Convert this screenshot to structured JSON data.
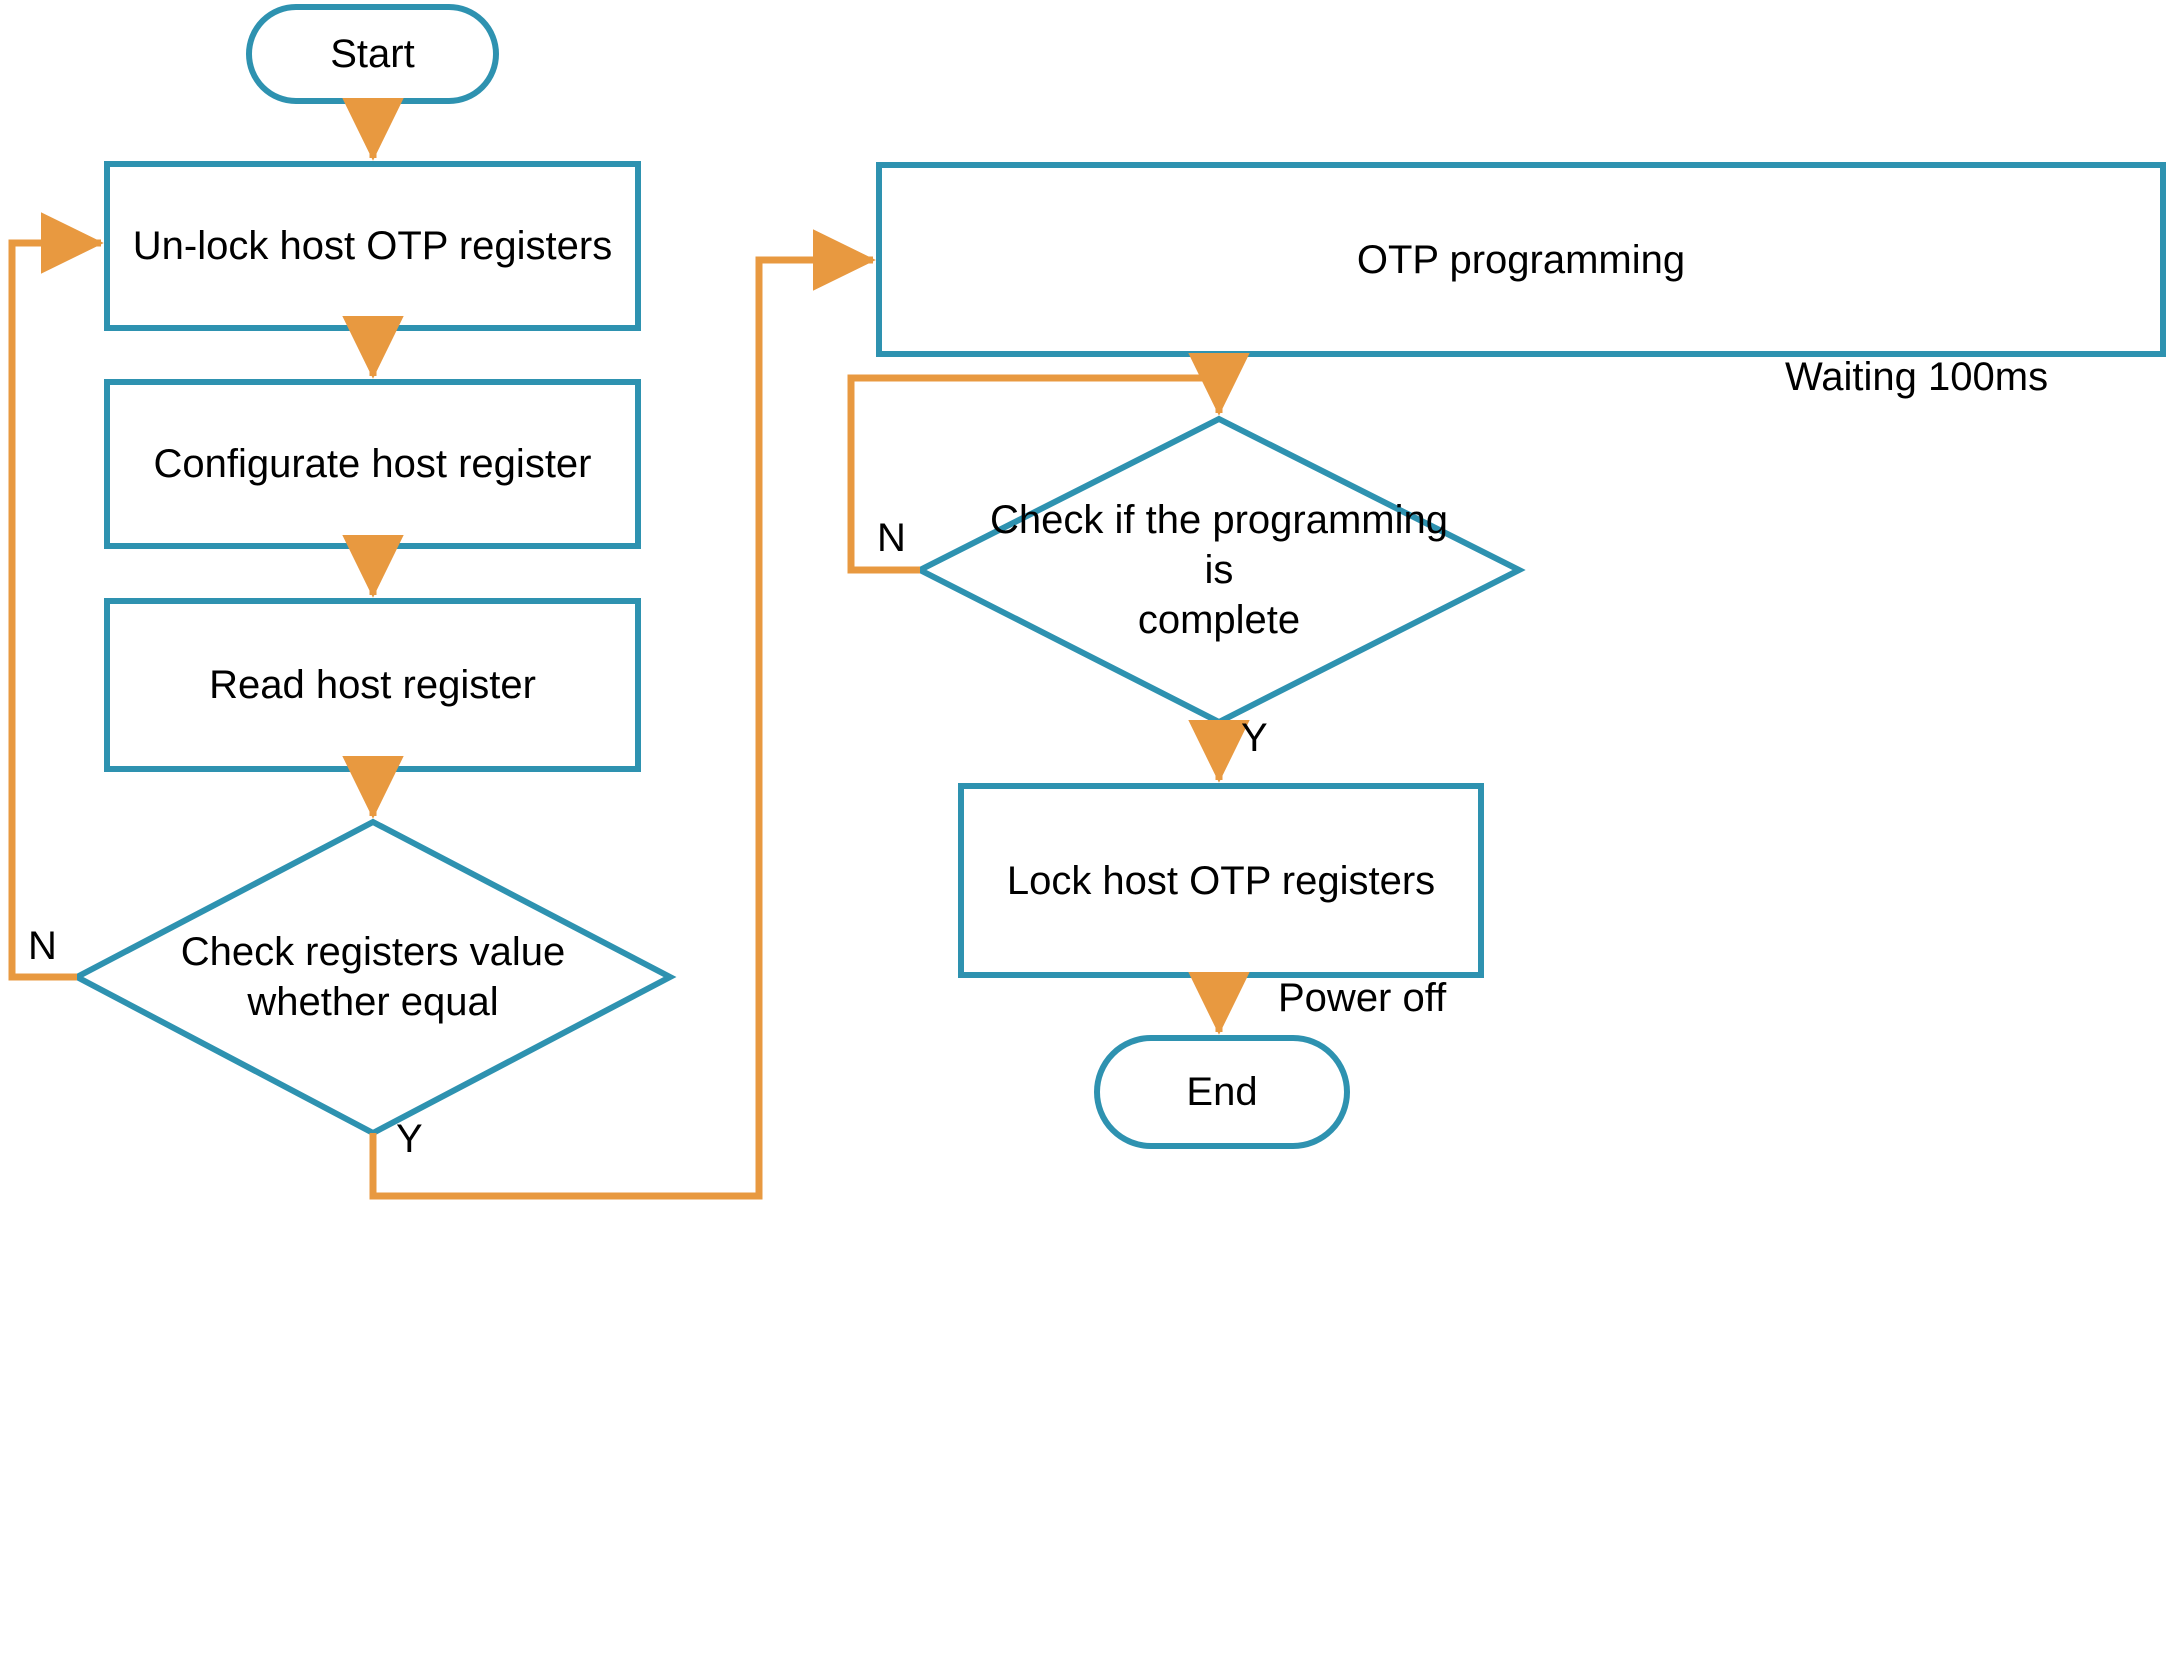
{
  "diagram": {
    "title": "Host OTP register programming flowchart",
    "colors": {
      "shape_stroke": "#2E92B0",
      "connector": "#E89940",
      "text": "#000000",
      "background": "#FFFFFF"
    },
    "nodes": [
      {
        "id": "start",
        "type": "terminator",
        "label": "Start"
      },
      {
        "id": "unlock",
        "type": "process",
        "label": "Un-lock host OTP registers"
      },
      {
        "id": "configurate",
        "type": "process",
        "label": "Configurate host register"
      },
      {
        "id": "read",
        "type": "process",
        "label": "Read host register"
      },
      {
        "id": "check_equal",
        "type": "decision",
        "label": "Check registers value\nwhether equal"
      },
      {
        "id": "otp_prog",
        "type": "process",
        "label": "OTP programming"
      },
      {
        "id": "check_done",
        "type": "decision",
        "label": "Check if the programming is\ncomplete"
      },
      {
        "id": "lock",
        "type": "process",
        "label": "Lock host OTP registers"
      },
      {
        "id": "end",
        "type": "terminator",
        "label": "End"
      }
    ],
    "edge_labels": [
      {
        "id": "check_equal_no",
        "label": "N"
      },
      {
        "id": "check_equal_yes",
        "label": "Y"
      },
      {
        "id": "waiting",
        "label": "Waiting 100ms"
      },
      {
        "id": "check_done_no",
        "label": "N"
      },
      {
        "id": "check_done_yes",
        "label": "Y"
      },
      {
        "id": "power_off",
        "label": "Power off"
      }
    ],
    "edges": [
      {
        "from": "start",
        "to": "unlock",
        "label": ""
      },
      {
        "from": "unlock",
        "to": "configurate",
        "label": ""
      },
      {
        "from": "configurate",
        "to": "read",
        "label": ""
      },
      {
        "from": "read",
        "to": "check_equal",
        "label": ""
      },
      {
        "from": "check_equal",
        "to": "unlock",
        "label": "N"
      },
      {
        "from": "check_equal",
        "to": "otp_prog",
        "label": "Y"
      },
      {
        "from": "otp_prog",
        "to": "check_done",
        "label": "Waiting 100ms"
      },
      {
        "from": "check_done",
        "to": "otp_prog",
        "label": "N"
      },
      {
        "from": "check_done",
        "to": "lock",
        "label": "Y"
      },
      {
        "from": "lock",
        "to": "end",
        "label": "Power off"
      }
    ]
  }
}
